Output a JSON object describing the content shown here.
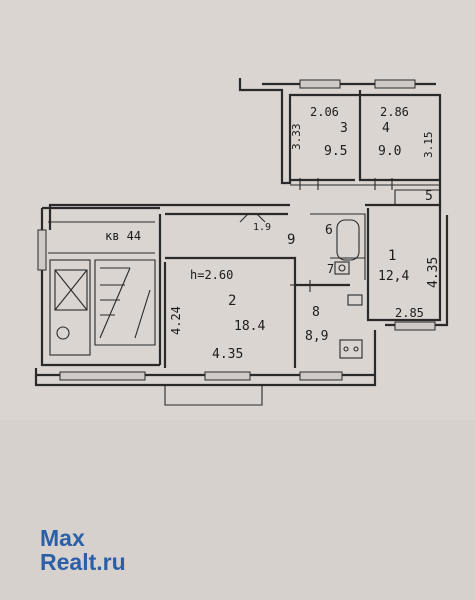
{
  "plan": {
    "apartment_label": "кв 44",
    "ceiling_height": "h=2.60",
    "corridor_label": "9",
    "rooms": [
      {
        "number": "1",
        "area": "12,4"
      },
      {
        "number": "2",
        "area": "18.4"
      },
      {
        "number": "3",
        "area": "9.5"
      },
      {
        "number": "4",
        "area": "9.0"
      },
      {
        "number": "5",
        "area": ""
      },
      {
        "number": "6",
        "area": ""
      },
      {
        "number": "7",
        "area": ""
      },
      {
        "number": "8",
        "area": "8,9"
      }
    ],
    "dimensions": {
      "room3_width": "2.06",
      "room3_depth": "3.33",
      "room4_width": "2.86",
      "room4_depth": "3.15",
      "room1_depth": "4.35",
      "room1_width": "2.85",
      "room2_depth": "4.24",
      "room2_width": "4.35",
      "hall_width": "1.9"
    }
  },
  "watermark": {
    "line1": "Max",
    "line2": "Realt.ru"
  }
}
